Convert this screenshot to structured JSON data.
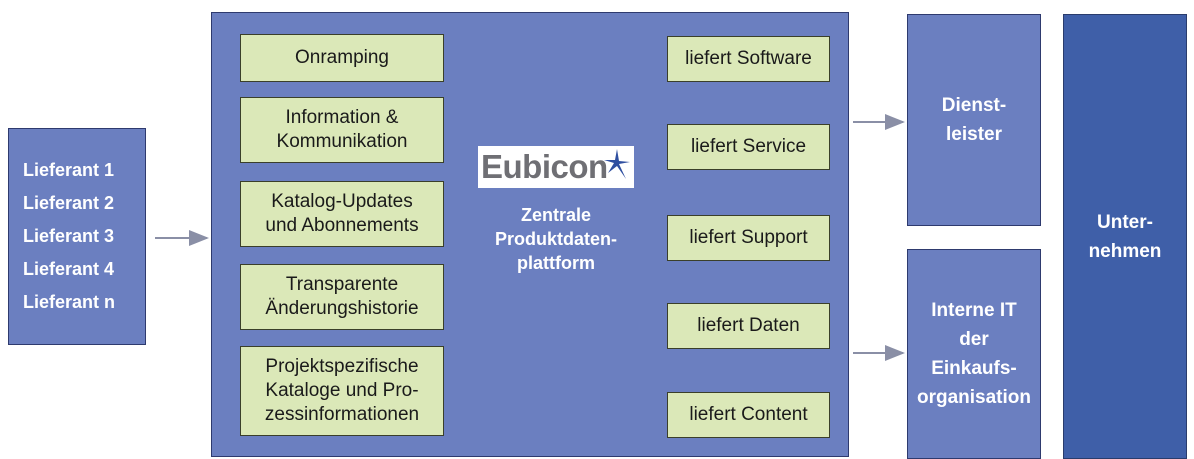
{
  "suppliers": {
    "items": [
      "Lieferant 1",
      "Lieferant 2",
      "Lieferant 3",
      "Lieferant 4",
      "Lieferant n"
    ]
  },
  "platform": {
    "logo_text": "Eubicon",
    "caption": "Zentrale\nProduktdaten-\nplattform",
    "features": [
      "Onramping",
      "Information &\nKommunikation",
      "Katalog-Updates\nund Abonnements",
      "Transparente\nÄnderungshistorie",
      "Projektspezifische\nKataloge und Pro-\nzessinformationen"
    ],
    "deliveries": [
      "liefert Software",
      "liefert Service",
      "liefert Support",
      "liefert Daten",
      "liefert Content"
    ]
  },
  "targets": {
    "dienstleister": "Dienst-\nleister",
    "interne_it": "Interne IT\nder\nEinkaufs-\norganisation",
    "unternehmen": "Unter-\nnehmen"
  },
  "colors": {
    "box_blue": "#6b7fc0",
    "box_dark_blue": "#3f5fa8",
    "feature_green": "#dbe8b8",
    "arrow_gray": "#8a8fa6"
  }
}
